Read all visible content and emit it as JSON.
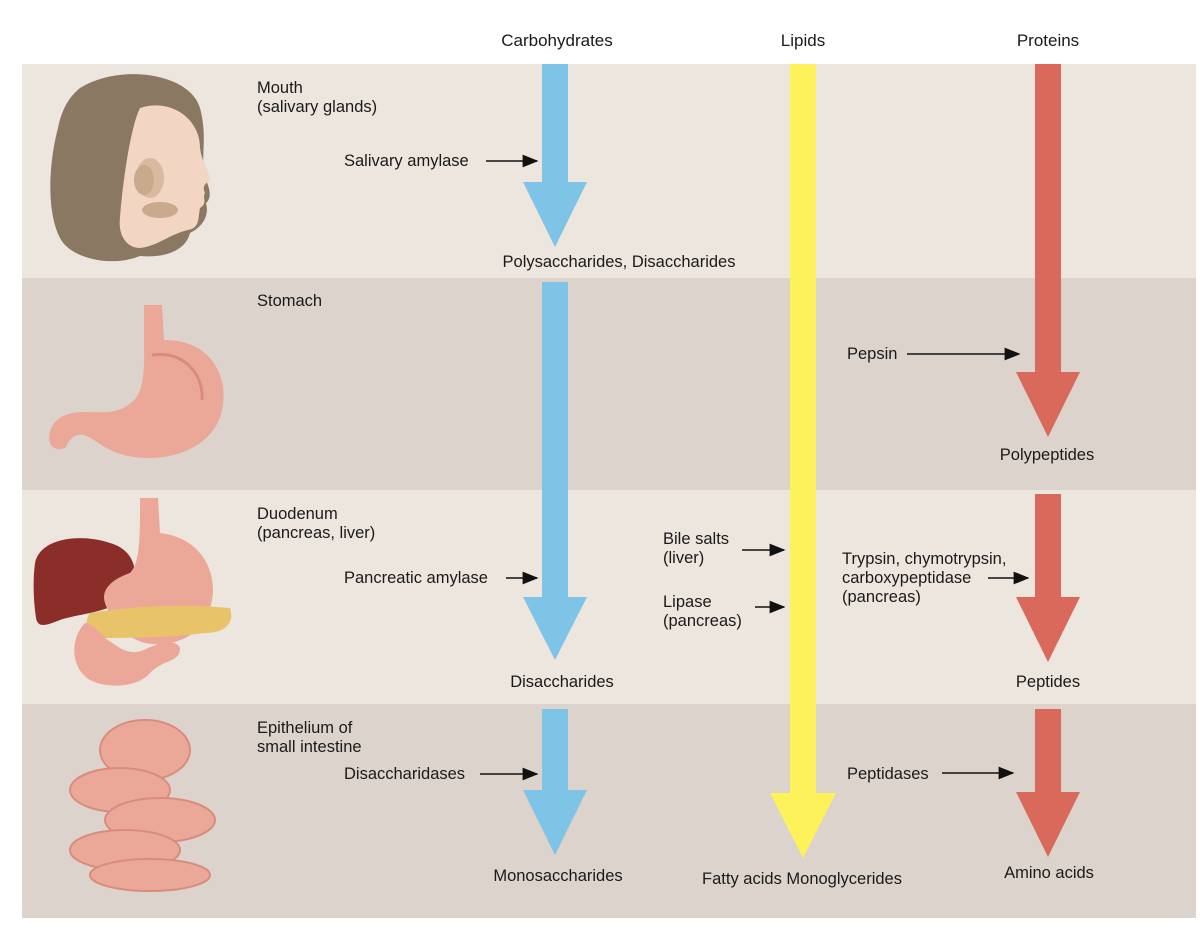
{
  "columns": {
    "carbohydrates": "Carbohydrates",
    "lipids": "Lipids",
    "proteins": "Proteins"
  },
  "regions": {
    "mouth": {
      "label": "Mouth\n(salivary glands)",
      "illustration": "head-salivary-glands"
    },
    "stomach": {
      "label": "Stomach",
      "illustration": "stomach"
    },
    "duodenum": {
      "label": "Duodenum\n(pancreas, liver)",
      "illustration": "liver-stomach-pancreas"
    },
    "intestine": {
      "label": "Epithelium of\nsmall intestine",
      "illustration": "small-intestine"
    }
  },
  "enzymes": {
    "salivary_amylase": "Salivary amylase",
    "pepsin": "Pepsin",
    "pancreatic_amylase": "Pancreatic amylase",
    "bile_salts": "Bile salts\n(liver)",
    "lipase": "Lipase\n(pancreas)",
    "trypsin": "Trypsin, chymotrypsin,\ncarboxypeptidase\n(pancreas)",
    "disaccharidases": "Disaccharidases",
    "peptidases": "Peptidases"
  },
  "products": {
    "poly_di": "Polysaccharides, Disaccharides",
    "polypeptides": "Polypeptides",
    "disaccharides": "Disaccharides",
    "peptides": "Peptides",
    "monosaccharides": "Monosaccharides",
    "fatty_acids": "Fatty acids\nMonoglycerides",
    "amino_acids": "Amino acids"
  },
  "colors": {
    "carbohydrates": "#7ec4e6",
    "lipids": "#fdf25a",
    "proteins": "#d9695a",
    "band_light": "#ede6df",
    "band_dark": "#dcd4cc"
  }
}
